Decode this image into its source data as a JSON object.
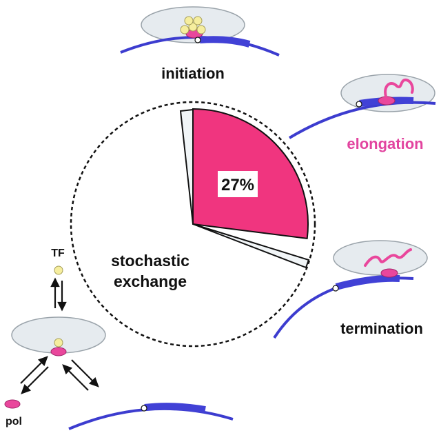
{
  "labels": {
    "initiation": "initiation",
    "elongation": "elongation",
    "termination": "termination",
    "stochastic_line1": "stochastic",
    "stochastic_line2": "exchange",
    "tf": "TF",
    "pol": "pol",
    "percent": "27%"
  },
  "colors": {
    "dna": "#3c3ccf",
    "dna_thick": "#4141d6",
    "oval_fill": "#e6ebef",
    "oval_stroke": "#9aa3aa",
    "pol_fill": "#e9479c",
    "tf_fill": "#f6ee9e",
    "wedge_fill": "#f0357f",
    "wedge_light": "#f1f5f7",
    "elongation_text": "#e2449f",
    "text": "#111111"
  },
  "chart_data": {
    "type": "pie",
    "values": [
      27
    ],
    "data_labels": [
      "27%"
    ]
  }
}
